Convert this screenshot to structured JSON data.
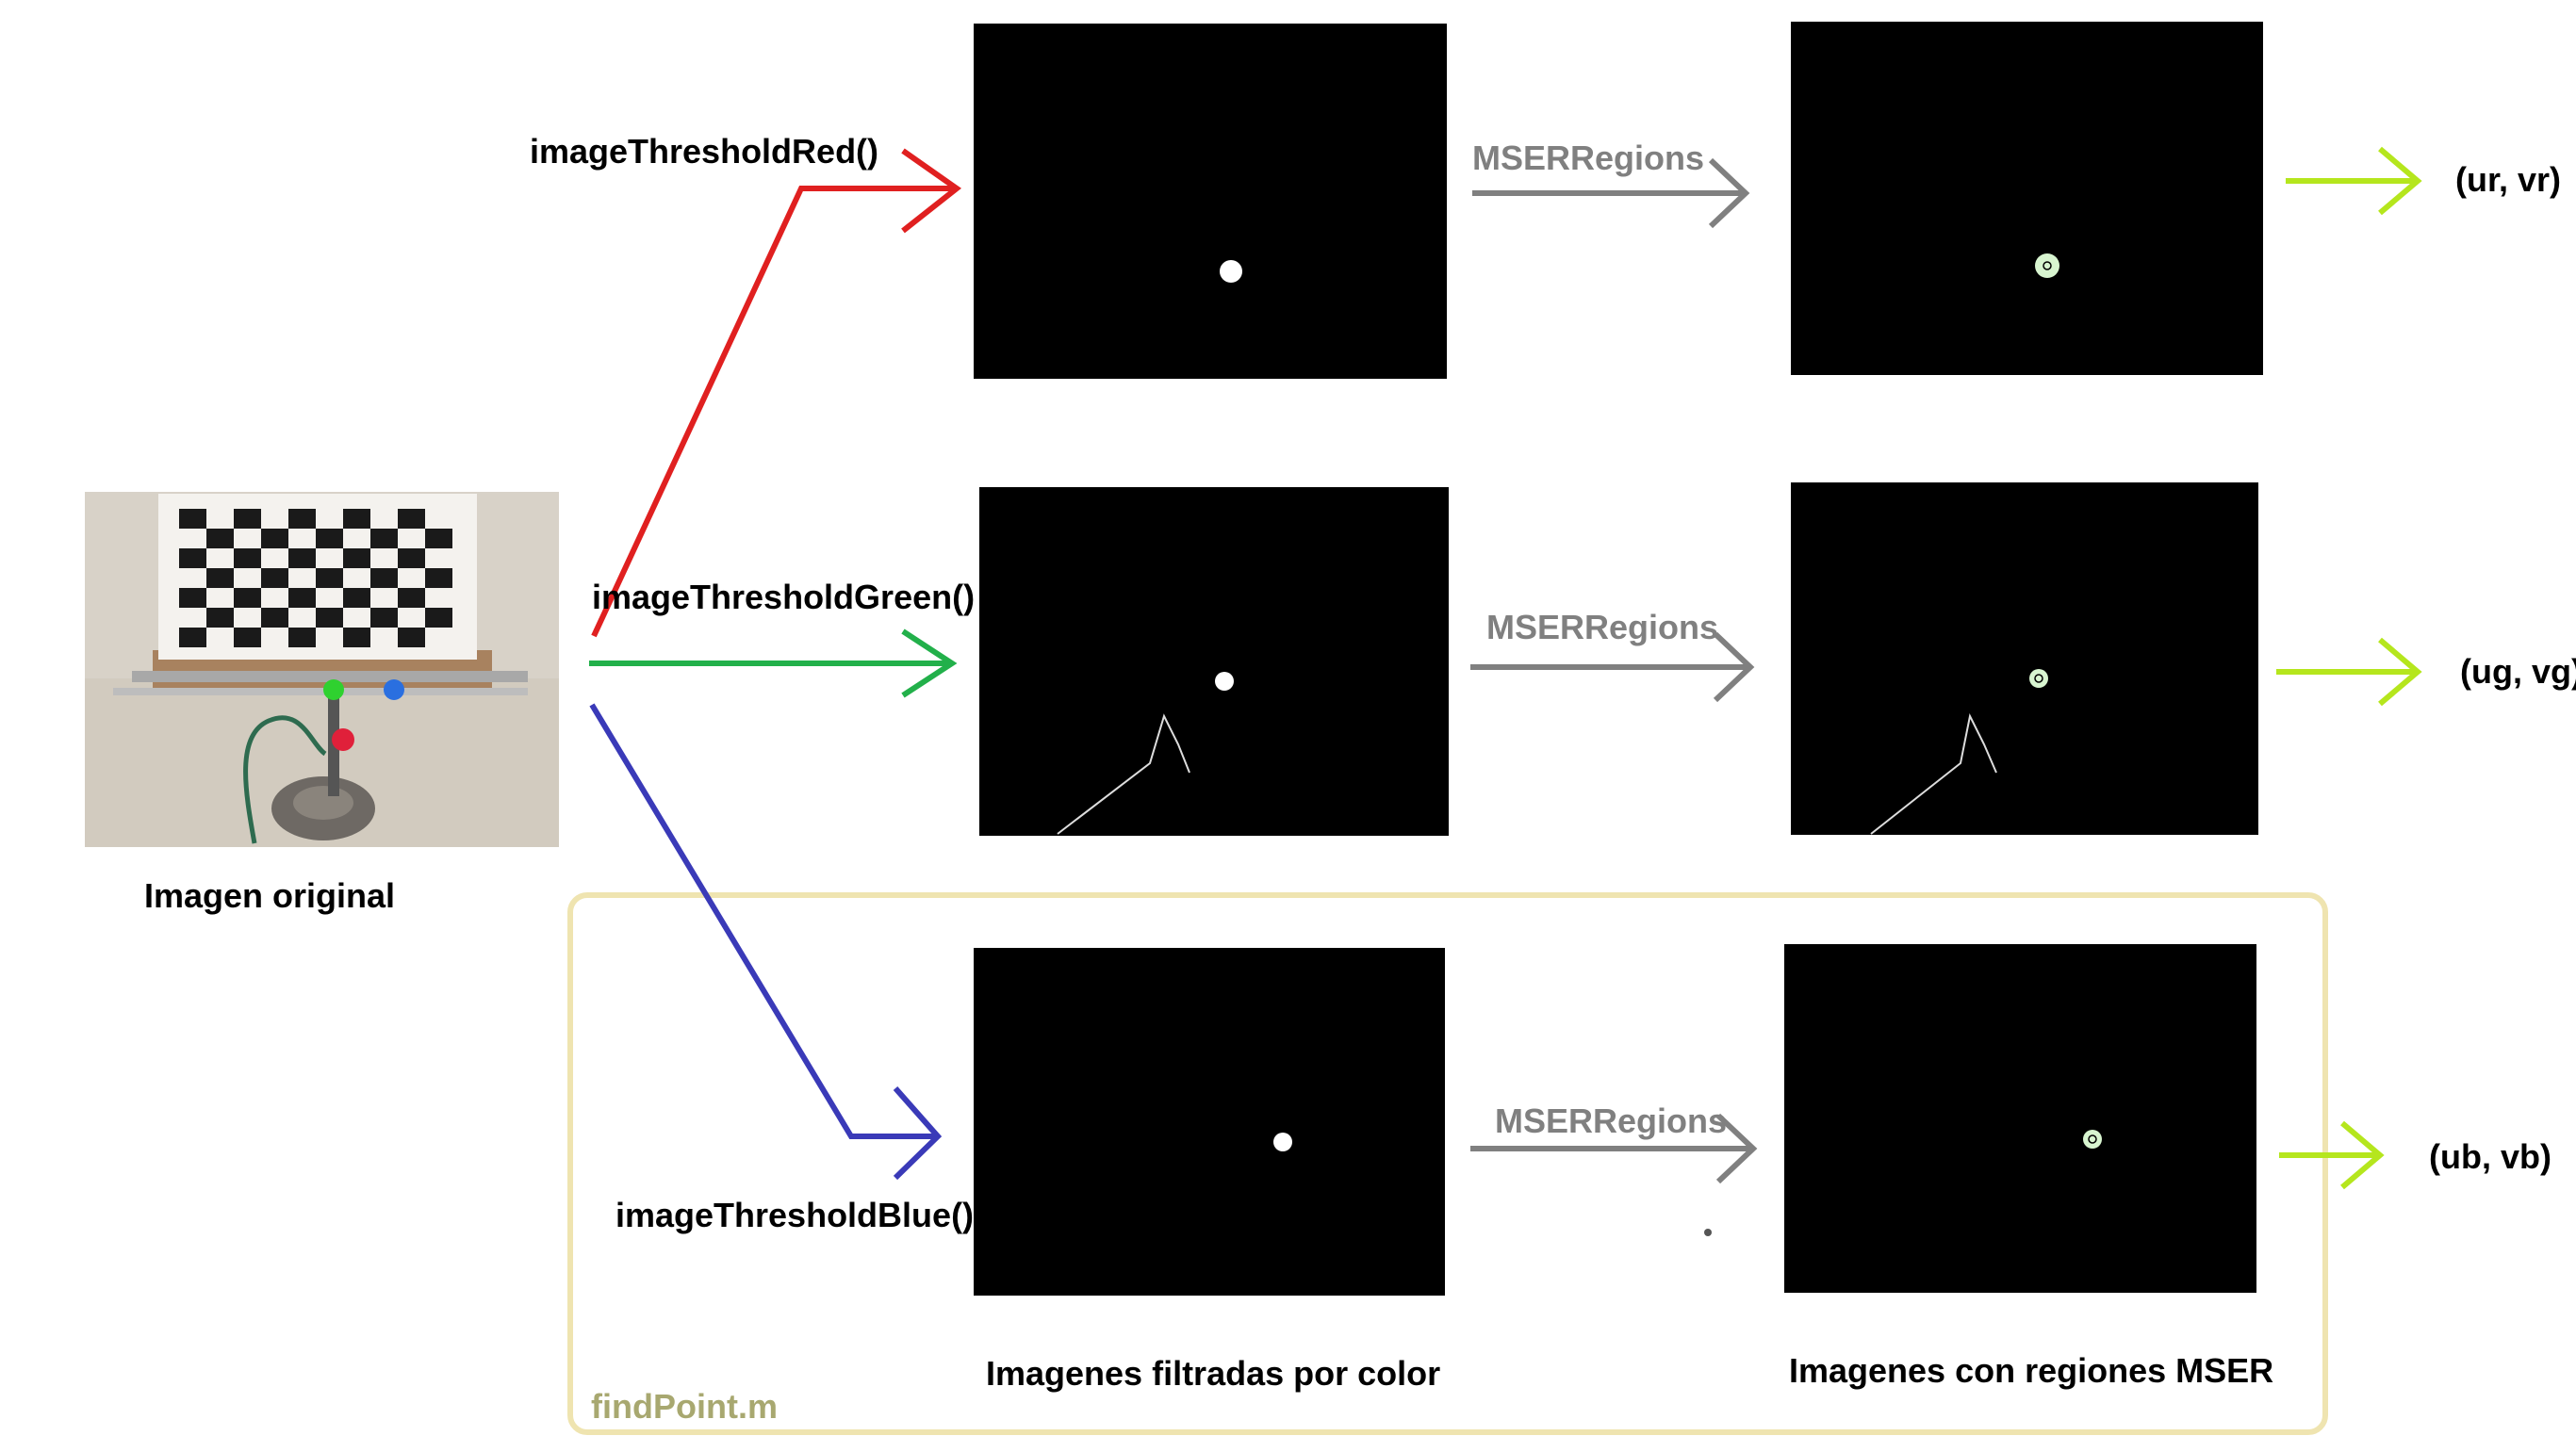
{
  "source": {
    "caption": "Imagen original"
  },
  "functions": {
    "red": "imageThresholdRed()",
    "green": "imageThresholdGreen()",
    "blue": "imageThresholdBlue()"
  },
  "mser": {
    "label_red": "MSERRegions",
    "label_green": "MSERRegions",
    "label_blue": "MSERRegions"
  },
  "outputs": {
    "red": "(ur, vr)",
    "green": "(ug, vg)",
    "blue": "(ub, vb)"
  },
  "columns": {
    "filtered": "Imagenes filtradas por color",
    "mser": "Imagenes con regiones MSER"
  },
  "group": {
    "title": "findPoint.m"
  },
  "colors": {
    "red_arrow": "#e02020",
    "green_arrow": "#22b04a",
    "blue_arrow": "#3a3ab8",
    "mser_arrow": "#808080",
    "output_arrow": "#b5e61d",
    "group_border": "#efe4b0",
    "group_title": "#a8a870",
    "mser_highlight": "#d8f5d0"
  }
}
